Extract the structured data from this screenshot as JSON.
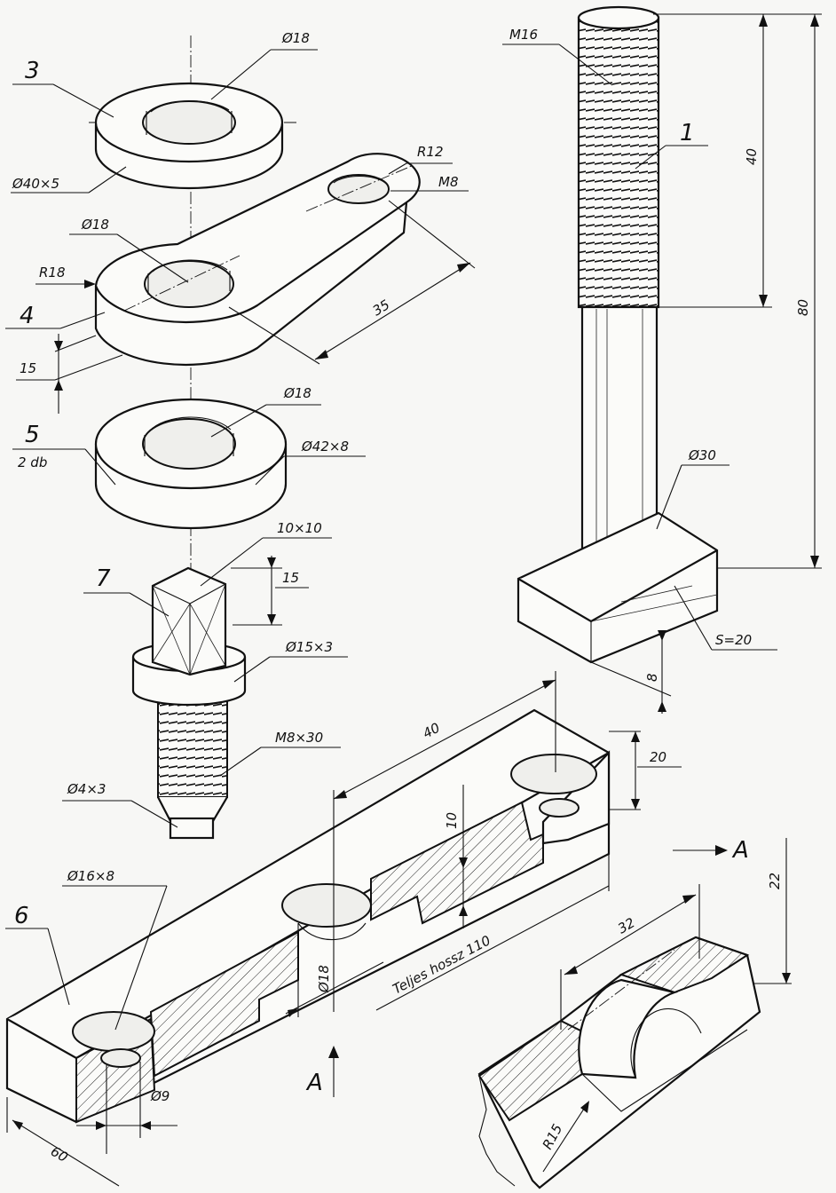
{
  "parts": {
    "p1": {
      "number": "1",
      "thread": "M16",
      "thread_len": "40",
      "total_len": "80",
      "head_dia": "Ø30",
      "head_width": "S=20",
      "head_height": "8"
    },
    "p3": {
      "number": "3",
      "hole": "Ø18",
      "size": "Ø40×5"
    },
    "p4": {
      "number": "4",
      "hole": "Ø18",
      "radius_big": "R18",
      "radius_small": "R12",
      "thread": "M8",
      "center_dist": "35",
      "thickness": "15"
    },
    "p5": {
      "number": "5",
      "qty": "2 db",
      "hole": "Ø18",
      "size": "Ø42×8"
    },
    "p7": {
      "number": "7",
      "square": "10×10",
      "square_len": "15",
      "collar": "Ø15×3",
      "thread": "M8×30",
      "tip": "Ø4×3"
    },
    "p6": {
      "number": "6",
      "counterbore": "Ø16×8",
      "small_hole": "Ø9",
      "width": "60",
      "spacing": "40",
      "height": "20",
      "depth": "10",
      "mid_hole": "Ø18",
      "total_length": "Teljes hossz 110"
    },
    "section": {
      "label": "A",
      "length": "32",
      "height": "22",
      "radius": "R15"
    }
  }
}
